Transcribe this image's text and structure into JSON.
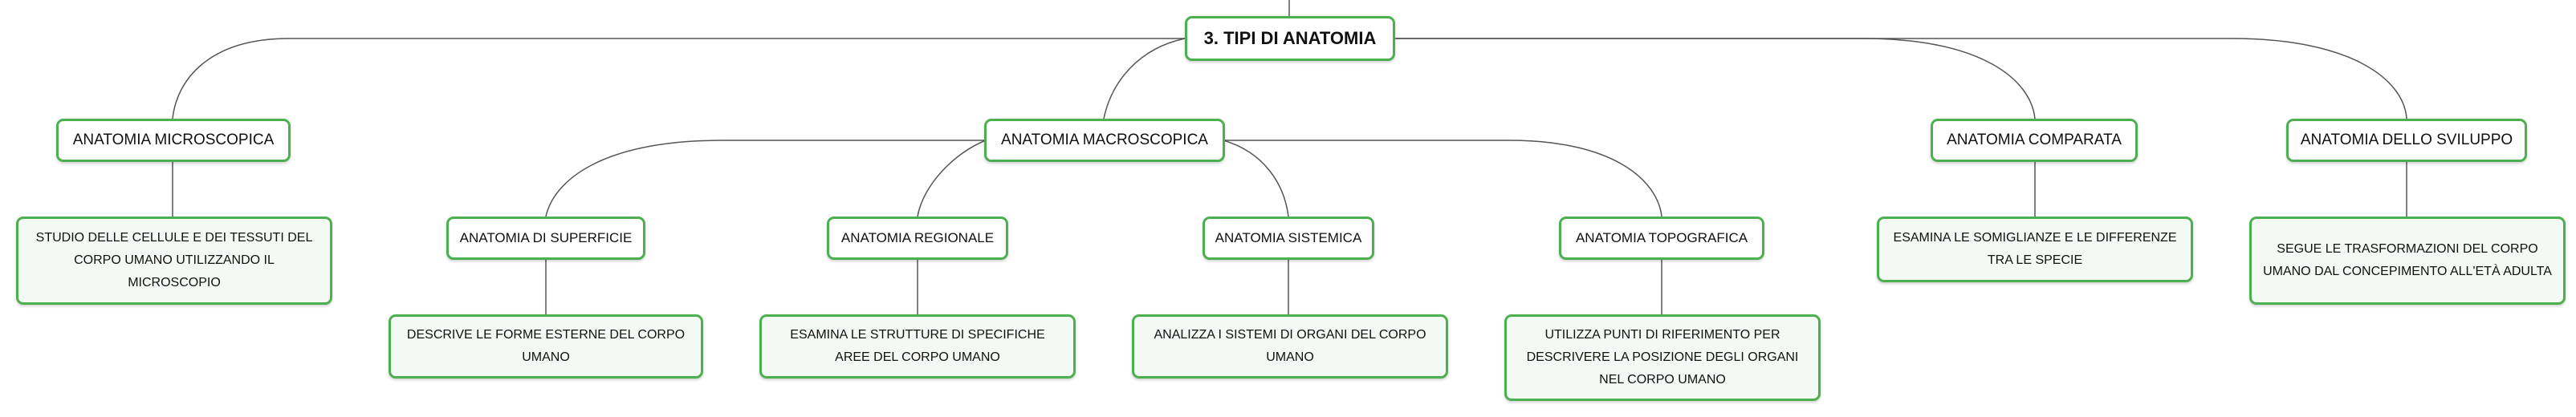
{
  "root": "3. TIPI DI ANATOMIA",
  "branches": {
    "microscopica": "ANATOMIA MICROSCOPICA",
    "macroscopica": "ANATOMIA MACROSCOPICA",
    "comparata": "ANATOMIA COMPARATA",
    "sviluppo": "ANATOMIA DELLO SVILUPPO"
  },
  "subbranches": {
    "superficie": "ANATOMIA DI SUPERFICIE",
    "regionale": "ANATOMIA REGIONALE",
    "sistemica": "ANATOMIA SISTEMICA",
    "topografica": "ANATOMIA TOPOGRAFICA"
  },
  "leaves": {
    "microscopica": "STUDIO DELLE CELLULE E DEI TESSUTI DEL CORPO UMANO UTILIZZANDO IL MICROSCOPIO",
    "superficie": "DESCRIVE LE FORME ESTERNE DEL CORPO UMANO",
    "regionale": "ESAMINA LE STRUTTURE DI SPECIFICHE AREE DEL CORPO UMANO",
    "sistemica": "ANALIZZA I SISTEMI DI ORGANI DEL CORPO UMANO",
    "topografica": "UTILIZZA PUNTI DI RIFERIMENTO PER DESCRIVERE LA POSIZIONE DEGLI ORGANI NEL CORPO UMANO",
    "comparata": "ESAMINA LE SOMIGLIANZE E LE DIFFERENZE TRA LE SPECIE",
    "sviluppo": "SEGUE LE TRASFORMAZIONI DEL CORPO UMANO DAL CONCEPIMENTO ALL'ETÀ ADULTA"
  },
  "colors": {
    "border": "#4caf50",
    "leaf_fill": "#f3f9f3",
    "connector": "#555555"
  }
}
